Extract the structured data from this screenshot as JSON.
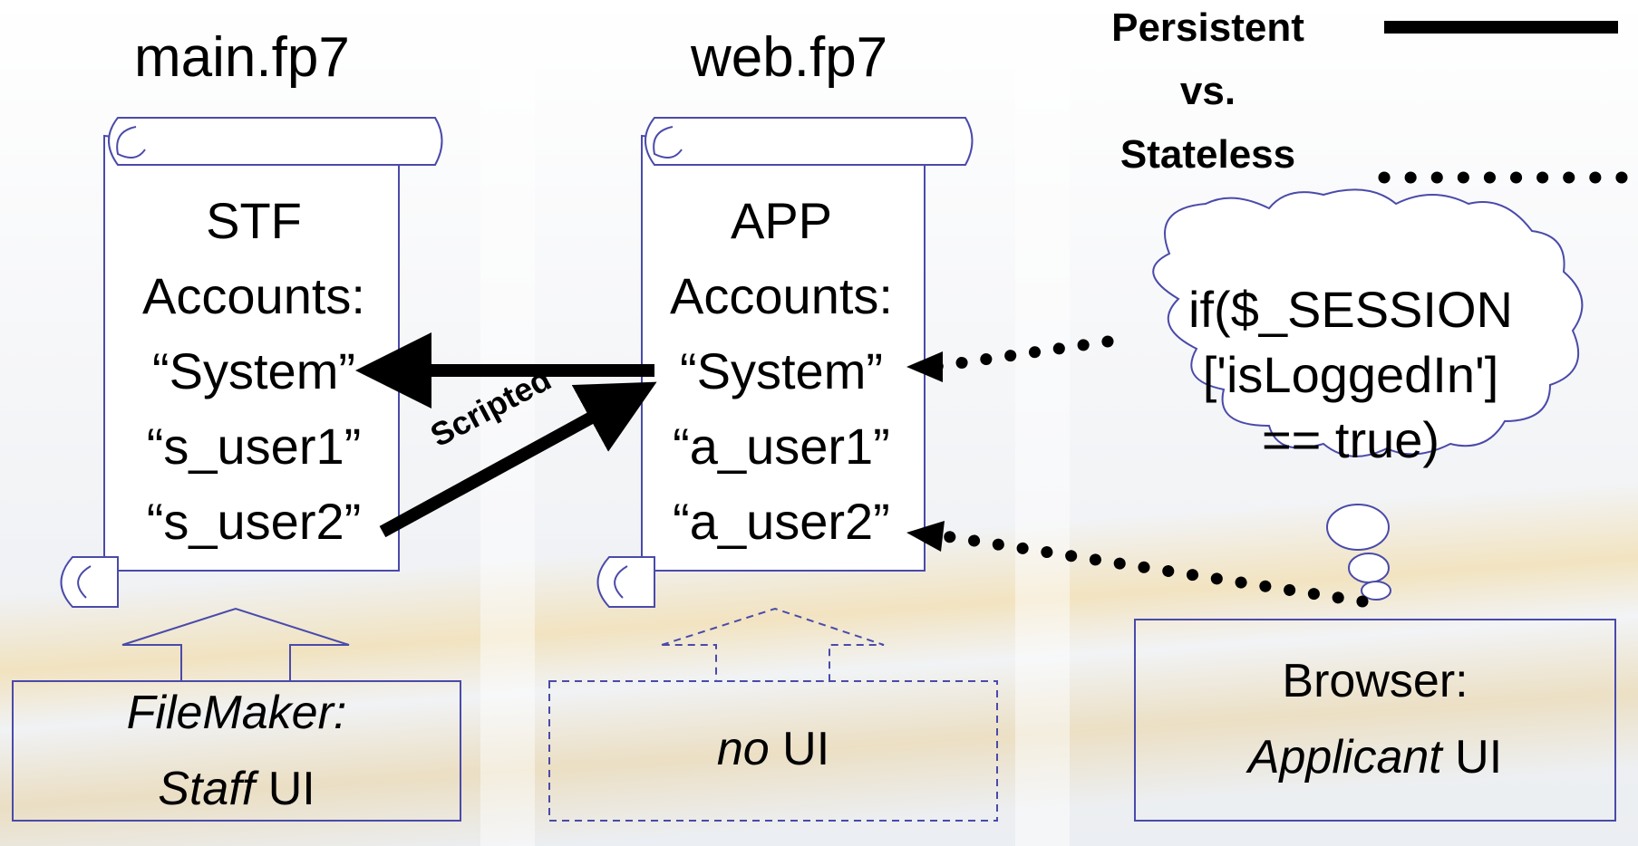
{
  "files": [
    {
      "title": "main.fp7",
      "header": "STF",
      "accounts_label": "Accounts:",
      "accounts": [
        "“System”",
        "“s_user1”",
        "“s_user2”"
      ]
    },
    {
      "title": "web.fp7",
      "header": "APP",
      "accounts_label": "Accounts:",
      "accounts": [
        "“System”",
        "“a_user1”",
        "“a_user2”"
      ]
    }
  ],
  "arrow_label": "Scripted",
  "legend": {
    "line1": "Persistent",
    "line2": "vs.",
    "line3": "Stateless"
  },
  "clients": [
    {
      "italic": "FileMaker:",
      "line2_italic": "Staff",
      "line2_rest": " UI"
    },
    {
      "italic": "no",
      "rest": " UI"
    },
    {
      "line1": "Browser:",
      "italic": "Applicant",
      "rest": " UI"
    }
  ],
  "thought": {
    "line1": "if($_SESSION",
    "line2": "['isLoggedIn']",
    "line3": "== true)"
  },
  "colors": {
    "outline": "#4a4aaa",
    "ink": "#000000"
  }
}
